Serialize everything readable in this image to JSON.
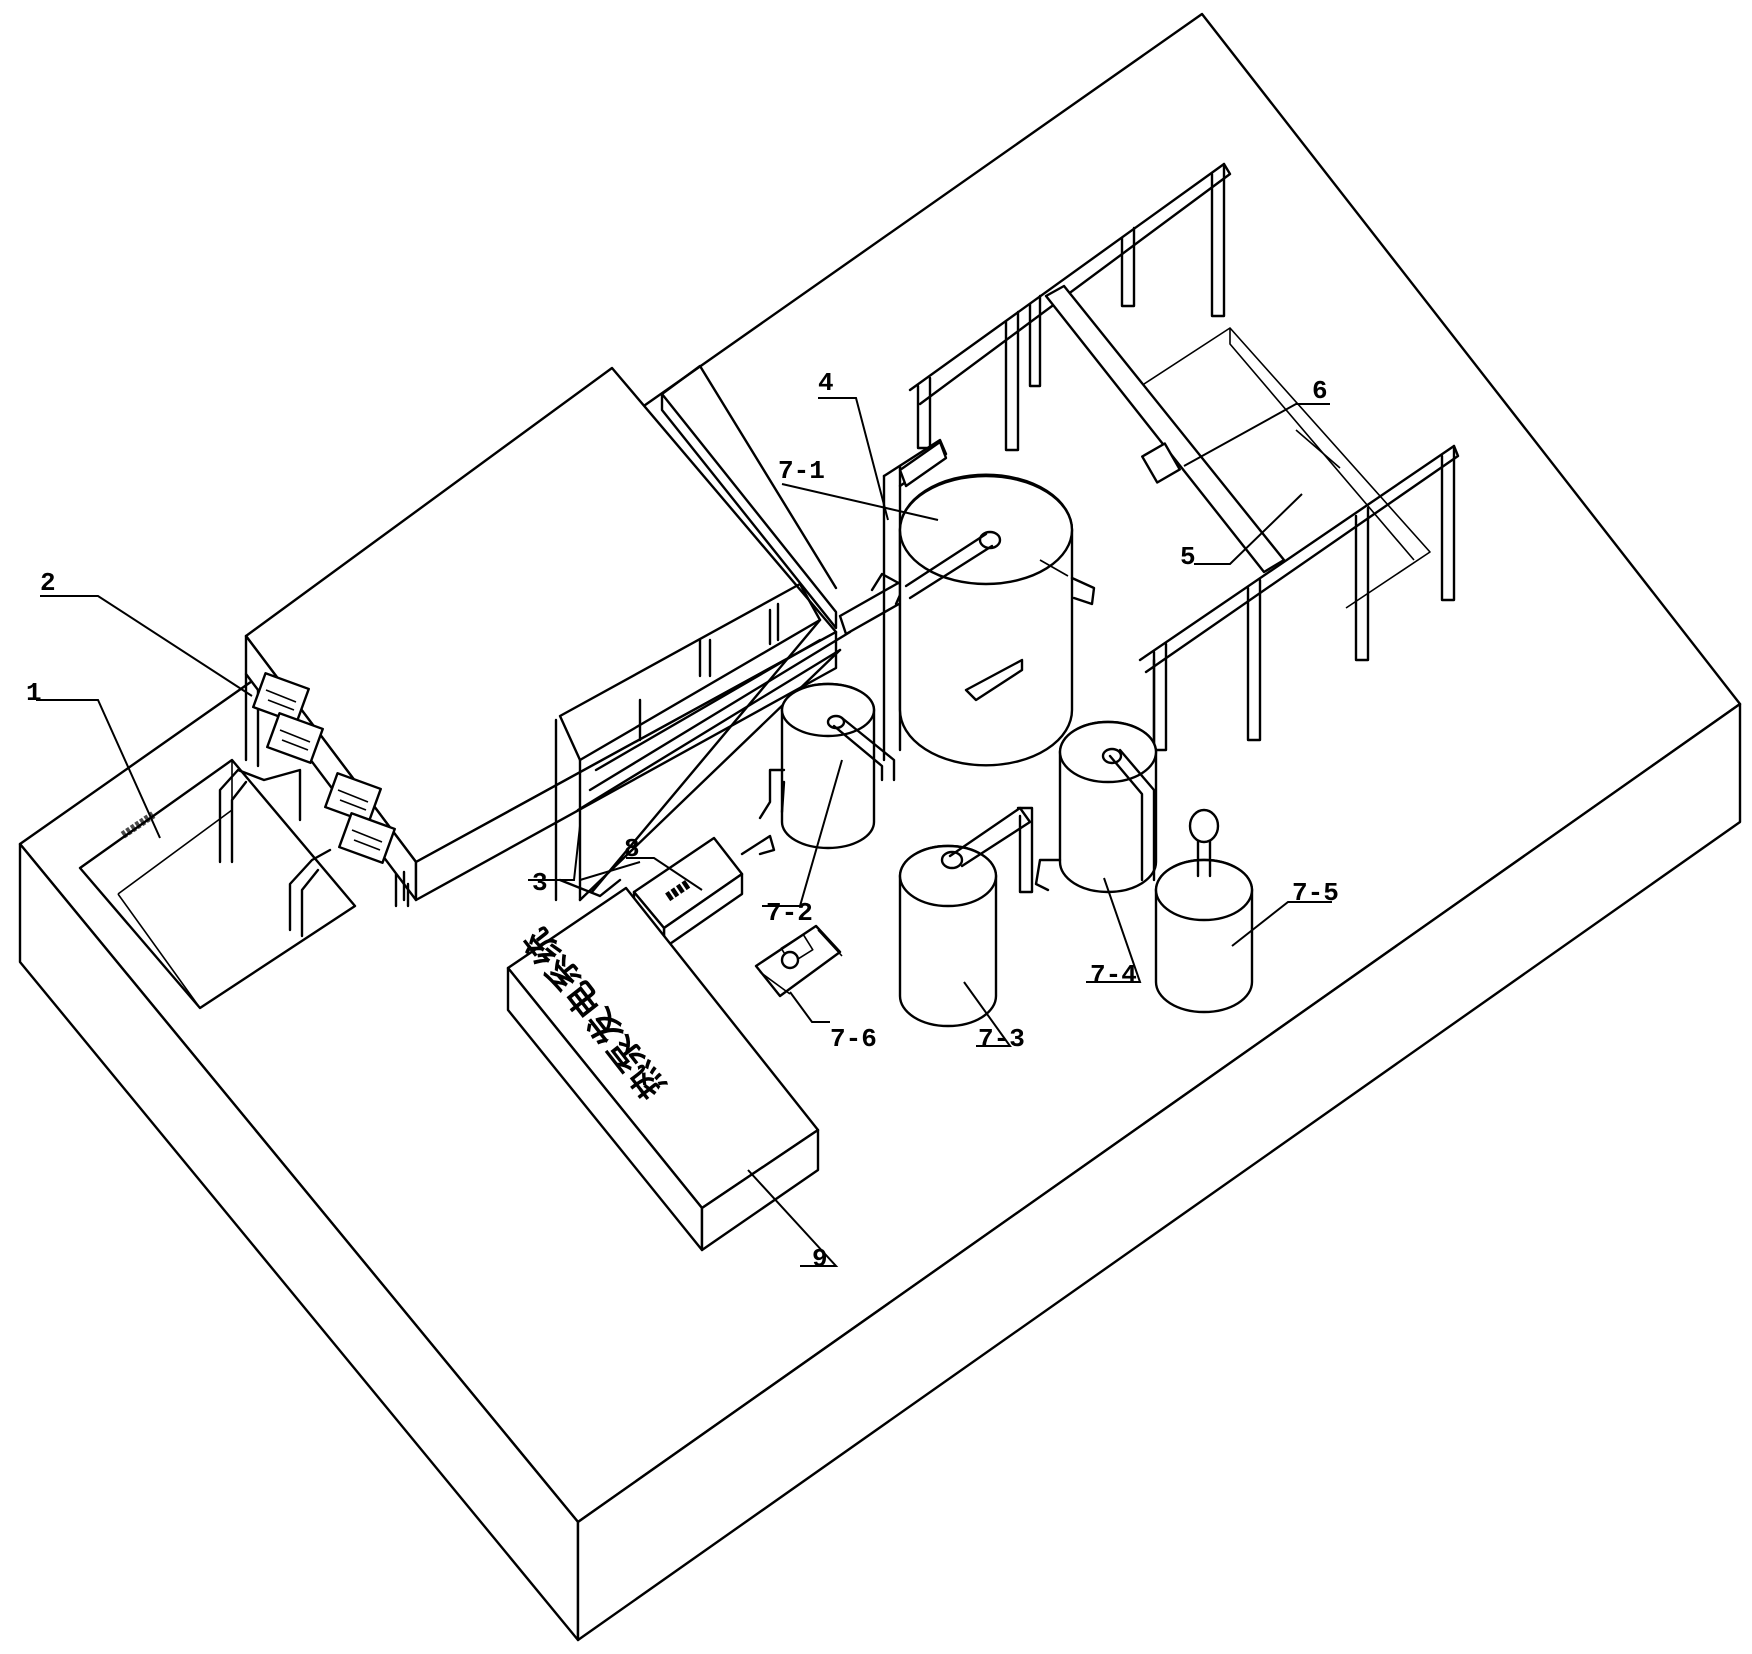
{
  "figure": {
    "labels": {
      "l1": "1",
      "l2": "2",
      "l3": "3",
      "l4": "4",
      "l5": "5",
      "l6": "6",
      "l7_1": "7-1",
      "l7_2": "7-2",
      "l7_3": "7-3",
      "l7_4": "7-4",
      "l7_5": "7-5",
      "l7_6": "7-6",
      "l8": "8",
      "l9": "9"
    },
    "control_cabinet_text": "热泵发电系统"
  }
}
